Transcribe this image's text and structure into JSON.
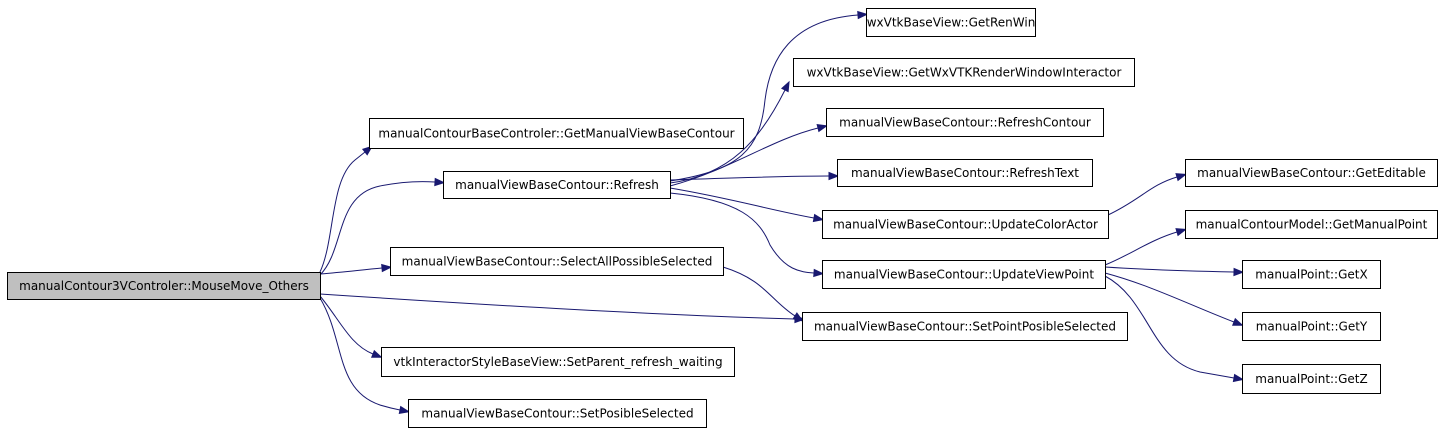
{
  "diagram": {
    "edge_color": "#191970",
    "root_fill": "#bfbfbf",
    "nodes": [
      {
        "id": "root",
        "label": "manualContour3VControler::MouseMove_Others",
        "root": true
      },
      {
        "id": "getManualViewBaseContour",
        "label": "manualContourBaseControler::GetManualViewBaseContour"
      },
      {
        "id": "refresh",
        "label": "manualViewBaseContour::Refresh"
      },
      {
        "id": "selectAllPossibleSelected",
        "label": "manualViewBaseContour::SelectAllPossibleSelected"
      },
      {
        "id": "setPointPosibleSelected",
        "label": "manualViewBaseContour::SetPointPosibleSelected"
      },
      {
        "id": "setParentRefreshWaiting",
        "label": "vtkInteractorStyleBaseView::SetParent_refresh_waiting"
      },
      {
        "id": "setPosibleSelected",
        "label": "manualViewBaseContour::SetPosibleSelected"
      },
      {
        "id": "getRenWin",
        "label": "wxVtkBaseView::GetRenWin"
      },
      {
        "id": "getWxVTKRWI",
        "label": "wxVtkBaseView::GetWxVTKRenderWindowInteractor"
      },
      {
        "id": "refreshContour",
        "label": "manualViewBaseContour::RefreshContour"
      },
      {
        "id": "refreshText",
        "label": "manualViewBaseContour::RefreshText"
      },
      {
        "id": "updateColorActor",
        "label": "manualViewBaseContour::UpdateColorActor"
      },
      {
        "id": "updateViewPoint",
        "label": "manualViewBaseContour::UpdateViewPoint"
      },
      {
        "id": "getEditable",
        "label": "manualViewBaseContour::GetEditable"
      },
      {
        "id": "getManualPoint",
        "label": "manualContourModel::GetManualPoint"
      },
      {
        "id": "getX",
        "label": "manualPoint::GetX"
      },
      {
        "id": "getY",
        "label": "manualPoint::GetY"
      },
      {
        "id": "getZ",
        "label": "manualPoint::GetZ"
      }
    ],
    "edges": [
      {
        "from": "root",
        "to": "getManualViewBaseContour"
      },
      {
        "from": "root",
        "to": "refresh"
      },
      {
        "from": "root",
        "to": "selectAllPossibleSelected"
      },
      {
        "from": "root",
        "to": "setPointPosibleSelected"
      },
      {
        "from": "root",
        "to": "setParentRefreshWaiting"
      },
      {
        "from": "root",
        "to": "setPosibleSelected"
      },
      {
        "from": "refresh",
        "to": "getRenWin"
      },
      {
        "from": "refresh",
        "to": "getWxVTKRWI"
      },
      {
        "from": "refresh",
        "to": "refreshContour"
      },
      {
        "from": "refresh",
        "to": "refreshText"
      },
      {
        "from": "refresh",
        "to": "updateColorActor"
      },
      {
        "from": "refresh",
        "to": "updateViewPoint"
      },
      {
        "from": "selectAllPossibleSelected",
        "to": "setPointPosibleSelected"
      },
      {
        "from": "updateColorActor",
        "to": "getEditable"
      },
      {
        "from": "updateViewPoint",
        "to": "getManualPoint"
      },
      {
        "from": "updateViewPoint",
        "to": "getX"
      },
      {
        "from": "updateViewPoint",
        "to": "getY"
      },
      {
        "from": "updateViewPoint",
        "to": "getZ"
      }
    ]
  }
}
